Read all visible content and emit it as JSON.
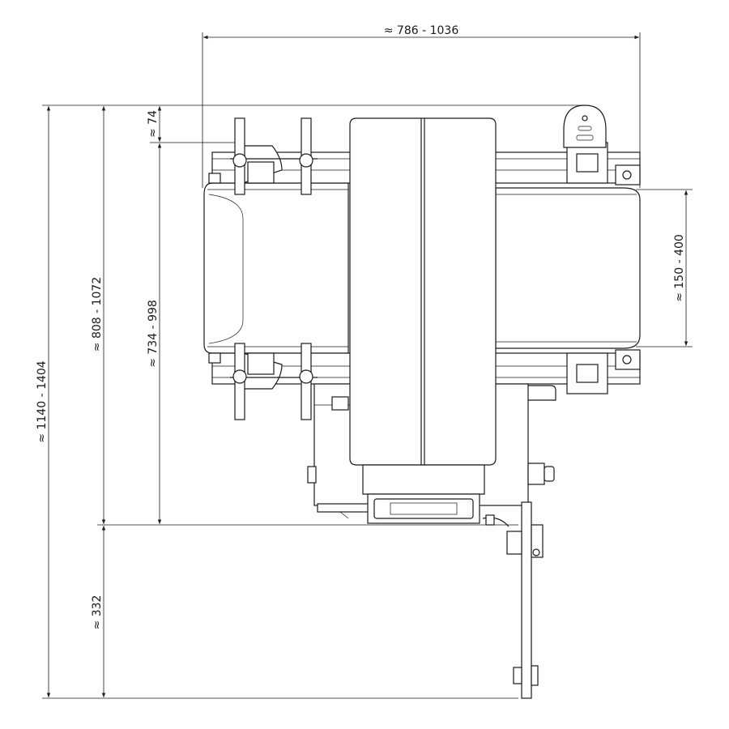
{
  "dimensions": {
    "overall_width": "≈ 786  -  1036",
    "total_height": "≈ 1140  -  1404",
    "frame_height": "≈ 808  -  1072",
    "belt_height": "≈ 734  -  998",
    "top_offset": "≈ 74",
    "bottom_offset": "≈ 332",
    "belt_width": "≈ 150  -  400"
  },
  "colors": {
    "line": "#1a1a1a",
    "background": "#ffffff"
  }
}
